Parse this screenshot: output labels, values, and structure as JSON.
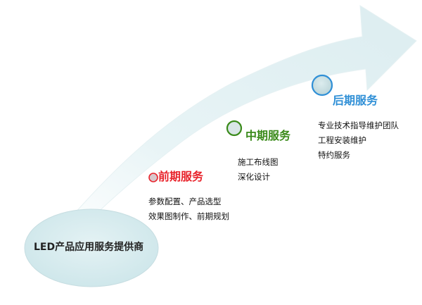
{
  "provider": {
    "label": "LED产品应用服务提供商"
  },
  "stages": {
    "early": {
      "title": "前期服务",
      "items": [
        "参数配置、产品选型",
        "效果图制作、前期规划"
      ],
      "color": "#e8232b"
    },
    "middle": {
      "title": "中期服务",
      "items": [
        "施工布线图",
        "深化设计"
      ],
      "color": "#3a8a1a"
    },
    "late": {
      "title": "后期服务",
      "items": [
        "专业技术指导维护团队",
        "工程安装维护",
        "特约服务"
      ],
      "color": "#2f8fd6"
    }
  },
  "colors": {
    "arrow_fill": "#e3f1f3",
    "ellipse_fill": "#d7ecef",
    "circle_fill": "#cfe3e6"
  }
}
